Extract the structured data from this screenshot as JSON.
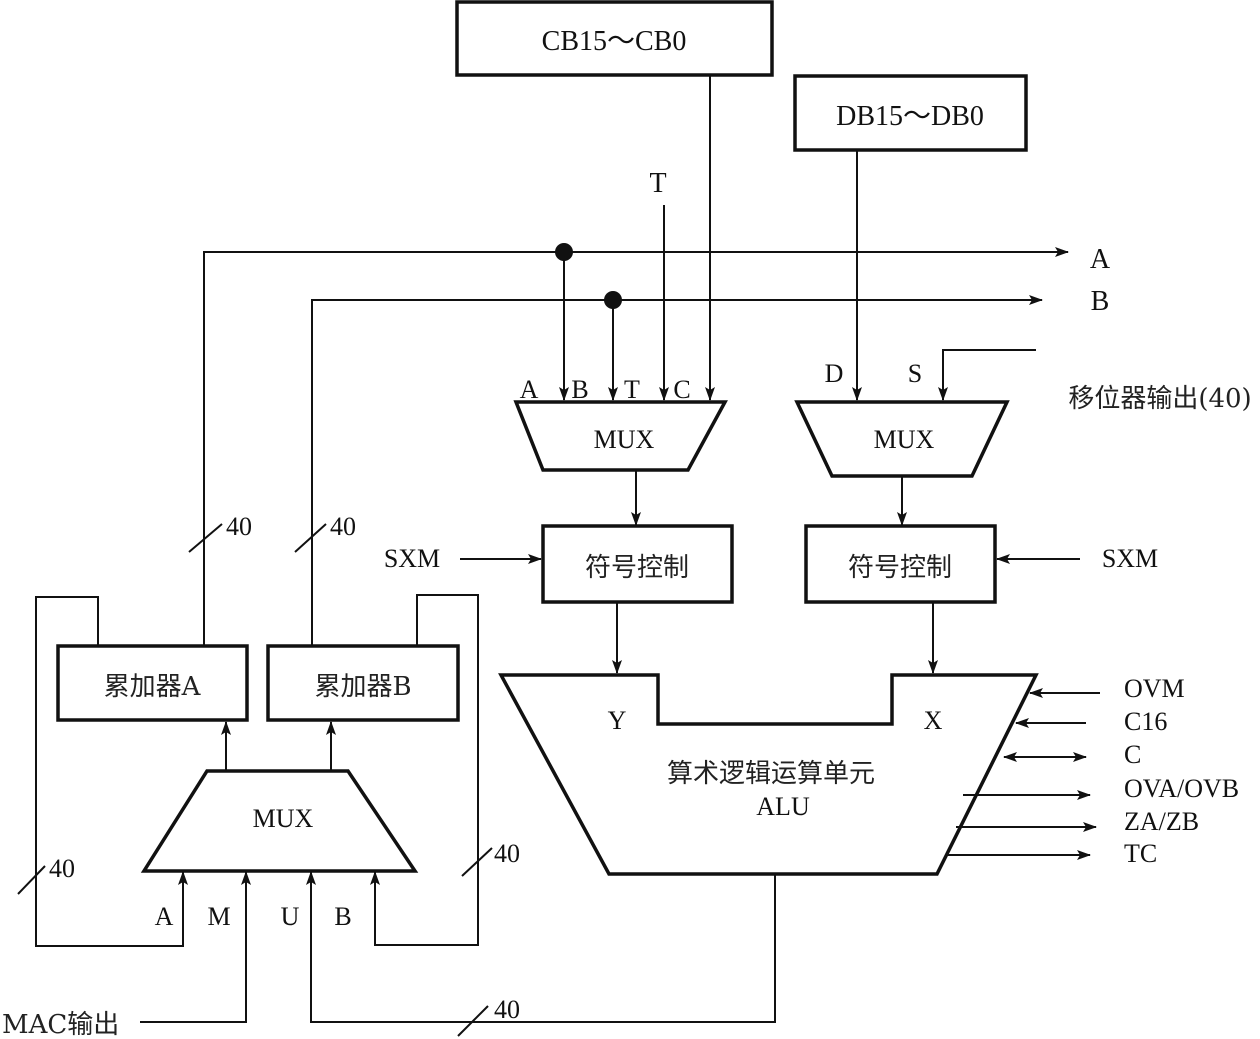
{
  "diagram": {
    "title": "TMS320C54x ALU block diagram",
    "buses": {
      "cb": "CB15～CB0",
      "db": "DB15～DB0",
      "t_input": "T",
      "bus_a": "A",
      "bus_b": "B"
    },
    "mux_left": {
      "label": "MUX",
      "inputs": [
        "A",
        "B",
        "T",
        "C"
      ]
    },
    "mux_right": {
      "label": "MUX",
      "inputs": [
        "D",
        "S"
      ],
      "shifter_label": "移位器输出(40)"
    },
    "sign_ctrl_left": {
      "label": "符号控制",
      "sxm": "SXM"
    },
    "sign_ctrl_right": {
      "label": "符号控制",
      "sxm": "SXM"
    },
    "alu": {
      "label_cn": "算术逻辑运算单元",
      "label_en": "ALU",
      "port_y": "Y",
      "port_x": "X",
      "signals": [
        {
          "name": "OVM",
          "direction": "in"
        },
        {
          "name": "C16",
          "direction": "in"
        },
        {
          "name": "C",
          "direction": "bidirectional"
        },
        {
          "name": "OVA/OVB",
          "direction": "out"
        },
        {
          "name": "ZA/ZB",
          "direction": "out"
        },
        {
          "name": "TC",
          "direction": "out"
        }
      ]
    },
    "acc_a": {
      "label": "累加器A"
    },
    "acc_b": {
      "label": "累加器B"
    },
    "mux_bottom": {
      "label": "MUX",
      "inputs": [
        "A",
        "M",
        "U",
        "B"
      ]
    },
    "mac_output": "MAC输出",
    "bus_width": "40"
  }
}
